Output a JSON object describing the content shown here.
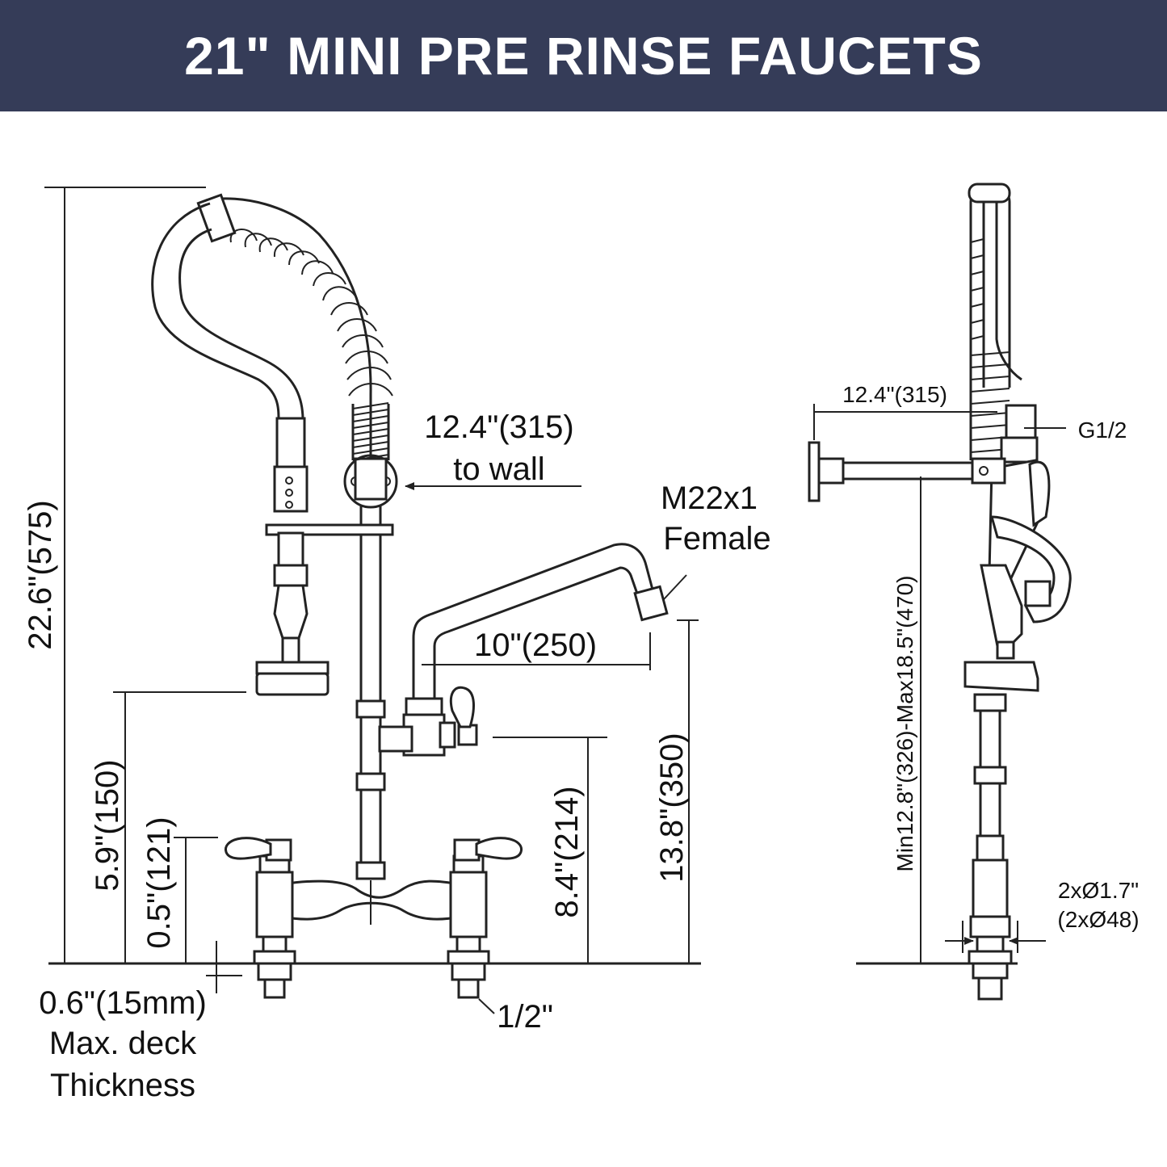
{
  "header": {
    "title": "21\" MINI PRE RINSE FAUCETS"
  },
  "front_view": {
    "dim_total_height": "22.6\"(575)",
    "dim_to_wall_line1": "12.4\"(315)",
    "dim_to_wall_line2": "to wall",
    "outlet_line1": "M22x1",
    "outlet_line2": "Female",
    "dim_spout_reach": "10\"(250)",
    "dim_spout_height": "13.8\"(350)",
    "dim_inlet_height": "8.4\"(214)",
    "dim_spray_height": "5.9\"(150)",
    "dim_handle_height": "0.5\"(121)",
    "deck_line1": "0.6\"(15mm)",
    "deck_line2": "Max. deck",
    "deck_line3": "Thickness",
    "thread_size": "1/2\""
  },
  "side_view": {
    "dim_to_wall": "12.4\"(315)",
    "connection": "G1/2",
    "dim_height_range": "Min12.8\"(326)-Max18.5\"(470)",
    "hole_dia_line1": "2xØ1.7\"",
    "hole_dia_line2": "(2xØ48)"
  },
  "colors": {
    "header_bg": "#353c58",
    "header_text": "#ffffff",
    "line": "#222222"
  }
}
